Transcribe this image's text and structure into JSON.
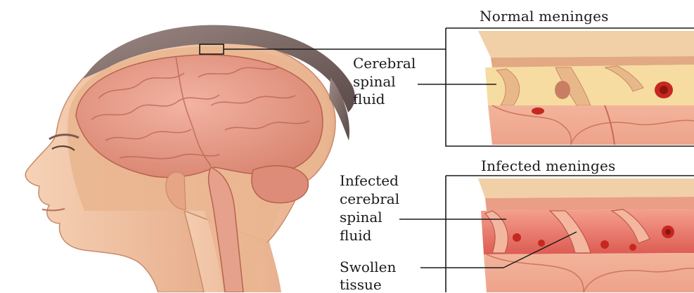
{
  "panels": {
    "normal": {
      "title": "Normal meninges"
    },
    "infected": {
      "title": "Infected meninges"
    }
  },
  "labels": {
    "csf": [
      "Cerebral",
      "spinal",
      "fluid"
    ],
    "infected_csf": [
      "Infected",
      "cerebral",
      "spinal",
      "fluid"
    ],
    "swollen": [
      "Swollen",
      "tissue"
    ]
  },
  "colors": {
    "skin": "#f1c3a0",
    "brain": "#e79a86",
    "hair": "#6d5a55",
    "dura": "#e7b07a",
    "fluid": "#f6d99a",
    "vessel": "#c52820",
    "tissue": "#f0b39a",
    "inflamed": "#e86a62",
    "frame": "#1a1a1a"
  }
}
